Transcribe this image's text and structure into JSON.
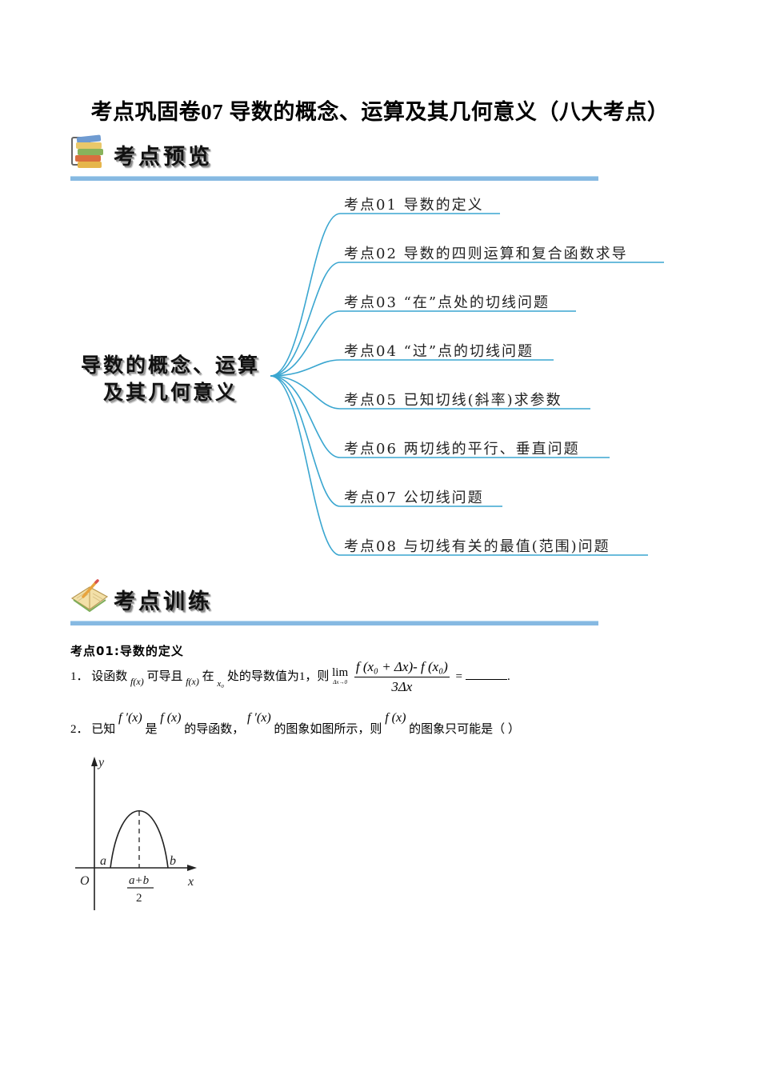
{
  "document": {
    "title": "考点巩固卷07 导数的概念、运算及其几何意义（八大考点）"
  },
  "preview_section": {
    "header_label": "考点预览",
    "icon": "books-icon",
    "mindmap": {
      "center_line1": "导数的概念、运算",
      "center_line2": "及其几何意义",
      "line_color": "#3aa6d0",
      "branches": [
        {
          "label": "考点01  导数的定义"
        },
        {
          "label": "考点02  导数的四则运算和复合函数求导"
        },
        {
          "label": "考点03 “在”点处的切线问题"
        },
        {
          "label": "考点04 “过”点的切线问题"
        },
        {
          "label": "考点05  已知切线(斜率)求参数"
        },
        {
          "label": "考点06  两切线的平行、垂直问题"
        },
        {
          "label": "考点07  公切线问题"
        },
        {
          "label": "考点08  与切线有关的最值(范围)问题"
        }
      ]
    }
  },
  "training_section": {
    "header_label": "考点训练",
    "icon": "pencil-book-icon",
    "header_bar_color": "#86b9e2",
    "topic_heading": "考点01:导数的定义",
    "questions": [
      {
        "number": "1．",
        "text_a": "设函数",
        "fx1": "f(x)",
        "text_b": "可导且",
        "fx2": "f(x)",
        "text_c": "在",
        "x0": "x₀",
        "text_d": "处的导数值为1，则",
        "lim_word": "lim",
        "lim_sub": "Δx→0",
        "numerator": "f (x₀ + Δx)-  f (x₀)",
        "denominator": "3Δx",
        "equals": "=",
        "end": "."
      },
      {
        "number": "2．",
        "text_a": "已知",
        "fpx1": "f ′(x)",
        "text_b": "是",
        "fx1": "f (x)",
        "text_c": "的导函数，",
        "fpx2": "f ′(x)",
        "text_d": "的图象如图所示，则",
        "fx2": "f (x)",
        "text_e": "的图象只可能是（    ）"
      }
    ],
    "figure": {
      "y_label": "y",
      "x_label": "x",
      "origin_label": "O",
      "a_label": "a",
      "b_label": "b",
      "mid_num": "a+b",
      "mid_den": "2"
    }
  }
}
